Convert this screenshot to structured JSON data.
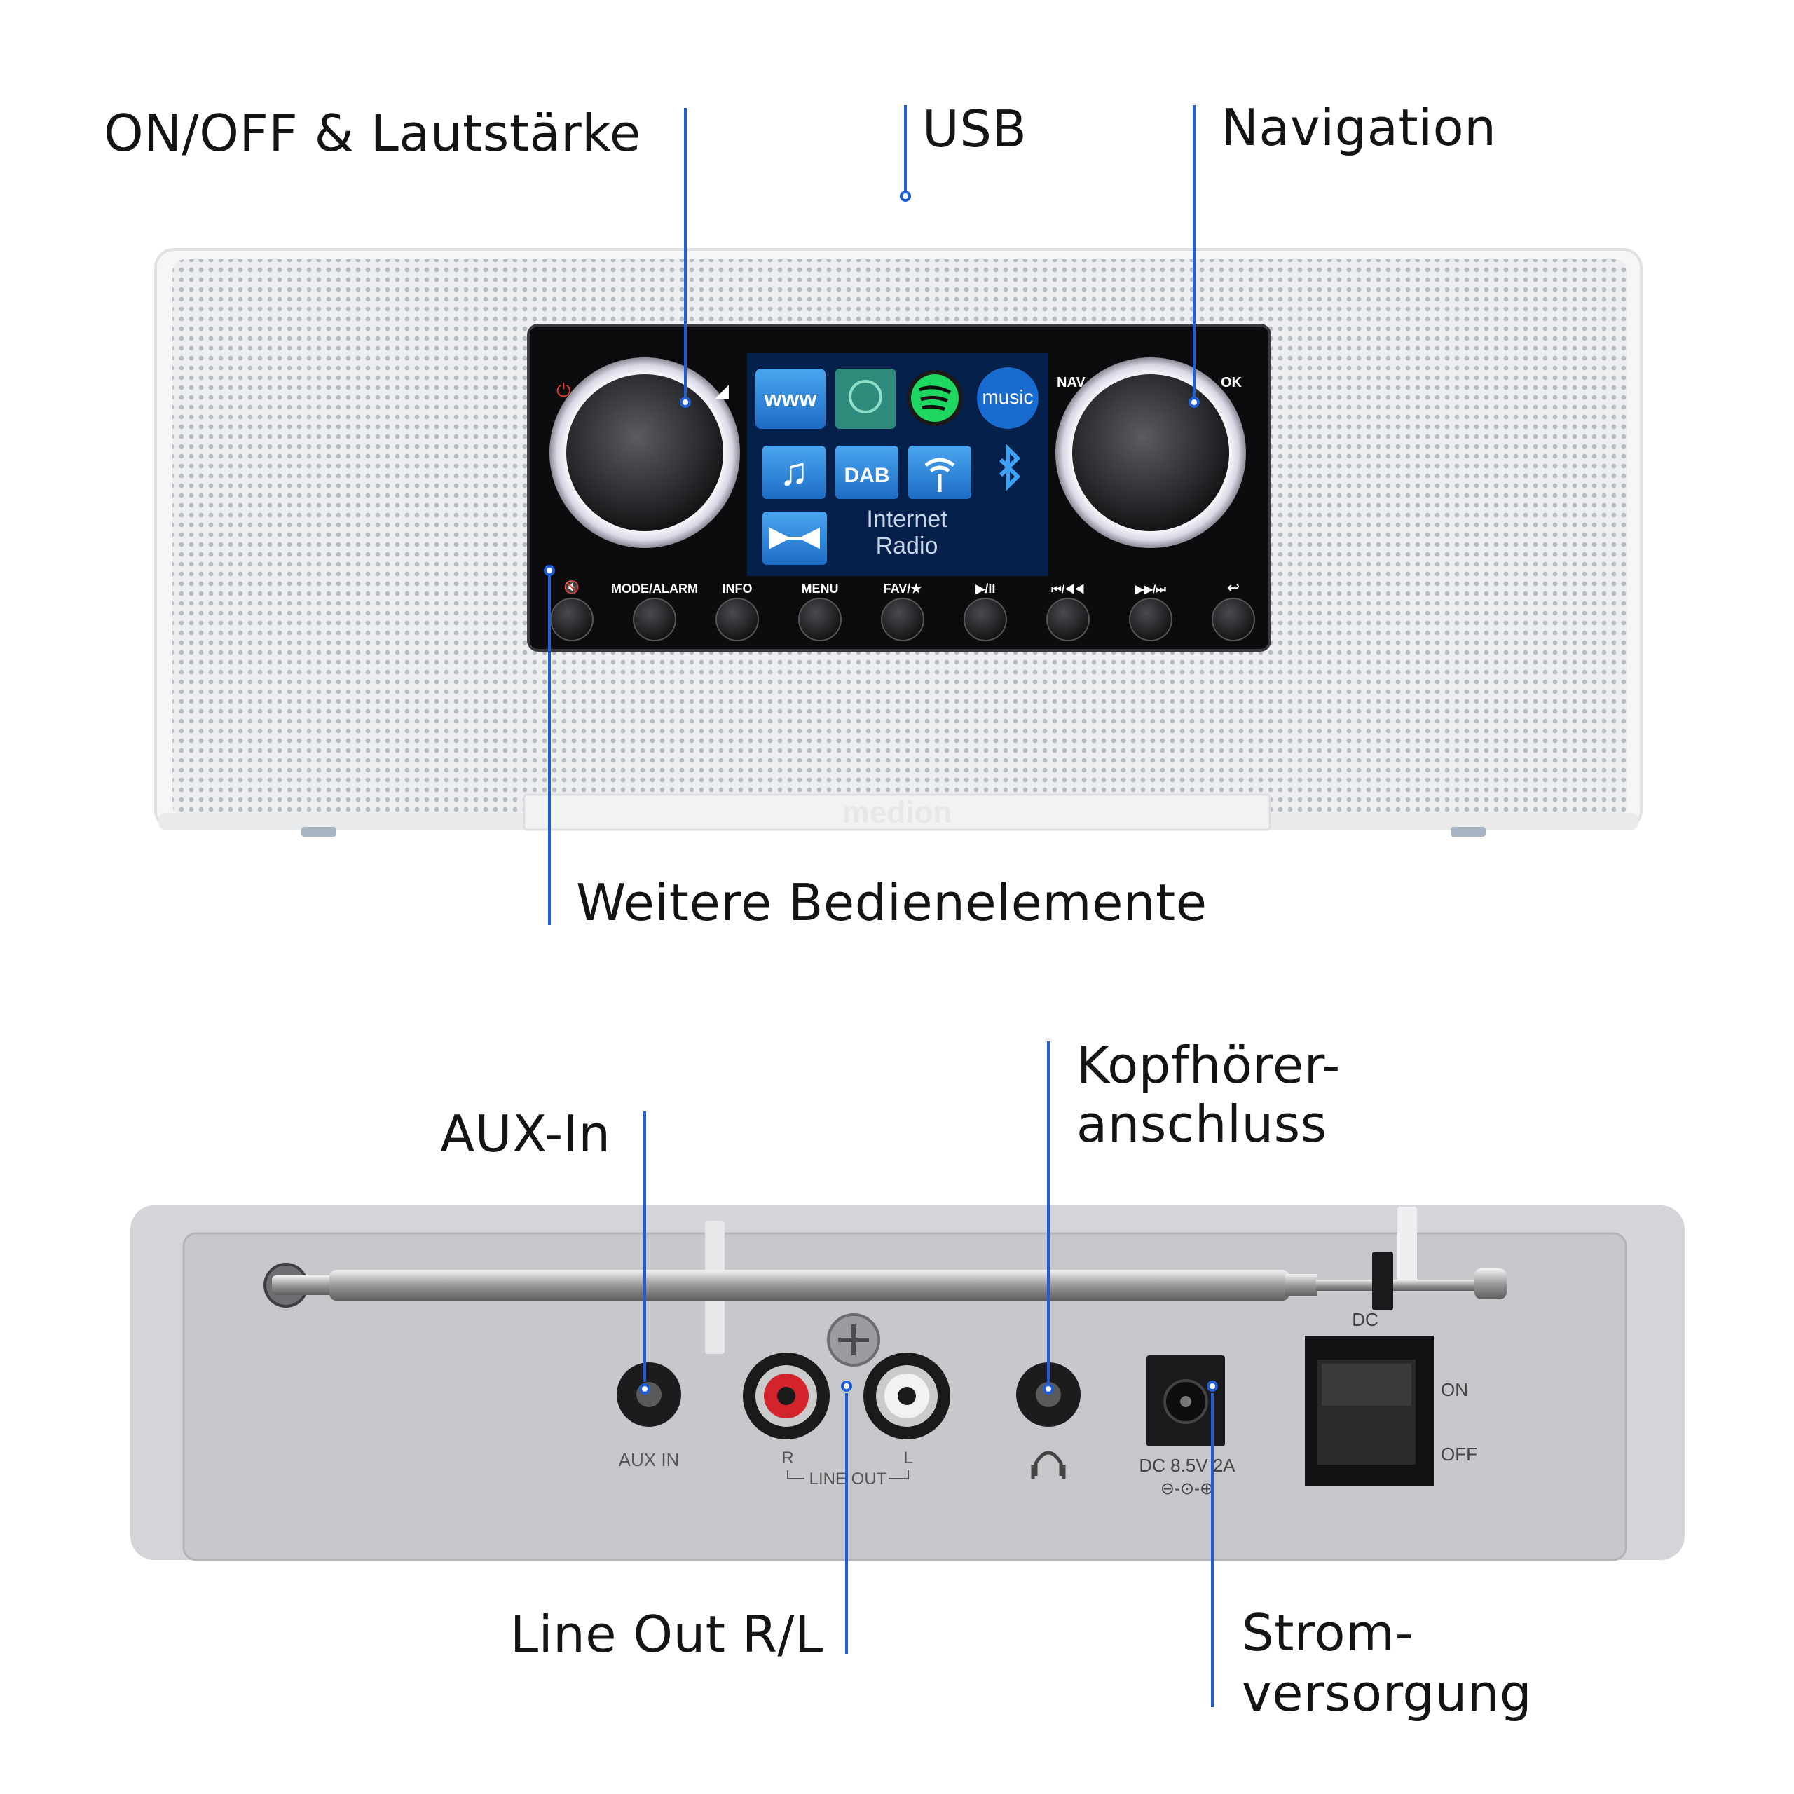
{
  "callouts": {
    "power_volume": "ON/OFF & Lautstärke",
    "usb": "USB",
    "navigation": "Navigation",
    "more_controls": "Weitere Bedienelemente",
    "aux_in": "AUX-In",
    "headphones_line1": "Kopfhörer-",
    "headphones_line2": "anschluss",
    "line_out": "Line Out R/L",
    "power_line1": "Strom-",
    "power_line2": "versorgung"
  },
  "front_panel": {
    "brand": "medion",
    "knob_labels": {
      "left_volume_mark": "◢",
      "right_nav": "NAV",
      "right_ok": "OK"
    },
    "buttons": [
      {
        "label": "🔇",
        "icon": "mute-icon"
      },
      {
        "label": "MODE/ALARM"
      },
      {
        "label": "INFO"
      },
      {
        "label": "MENU"
      },
      {
        "label": "FAV/★"
      },
      {
        "label": "▶/II"
      },
      {
        "label": "⏮/◀◀"
      },
      {
        "label": "▶▶/⏭"
      },
      {
        "label": "↩",
        "icon": "back-icon"
      }
    ],
    "screen": {
      "tiles": [
        {
          "label": "www",
          "icon": "internet-radio-icon"
        },
        {
          "label": "",
          "icon": "podcast-icon"
        },
        {
          "label": "",
          "icon": "spotify-icon"
        },
        {
          "label": "music",
          "icon": "amazon-music-icon"
        },
        {
          "label": "♫",
          "icon": "music-player-icon"
        },
        {
          "label": "DAB",
          "icon": "dab-icon"
        },
        {
          "label": "",
          "icon": "fm-icon"
        },
        {
          "label": "",
          "icon": "bluetooth-icon"
        },
        {
          "label": "",
          "icon": "aux-icon"
        }
      ],
      "selected_line1": "Internet",
      "selected_line2": "Radio"
    }
  },
  "back_panel": {
    "aux_label": "AUX IN",
    "line_out_r": "R",
    "line_out_l": "L",
    "line_out_label": "LINE OUT",
    "dc_label": "DC 8.5V 2A",
    "switch_header": "DC",
    "switch_on": "ON",
    "switch_off": "OFF"
  },
  "colors": {
    "accent": "#1f5fd6",
    "grille": "#e6e8ea",
    "panel": "#c9cbce",
    "screen_blue": "#2f8ee0"
  }
}
